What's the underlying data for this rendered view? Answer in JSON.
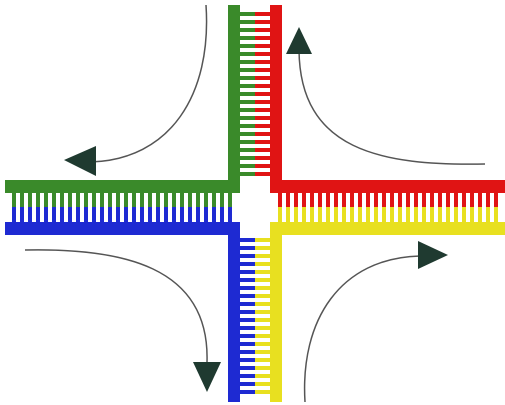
{
  "diagram": {
    "type": "four-way-junction",
    "strands": [
      {
        "name": "green",
        "color": "#3a8a2a"
      },
      {
        "name": "red",
        "color": "#e01414"
      },
      {
        "name": "blue",
        "color": "#1e2ad2"
      },
      {
        "name": "yellow",
        "color": "#e8e020"
      }
    ],
    "arrows": [
      {
        "name": "top-left",
        "color": "#1f3a30"
      },
      {
        "name": "top-right",
        "color": "#1f3a30"
      },
      {
        "name": "bottom-left",
        "color": "#1f3a30"
      },
      {
        "name": "bottom-right",
        "color": "#1f3a30"
      }
    ],
    "curve_color": "#555555",
    "center_color": "#ffffff"
  }
}
